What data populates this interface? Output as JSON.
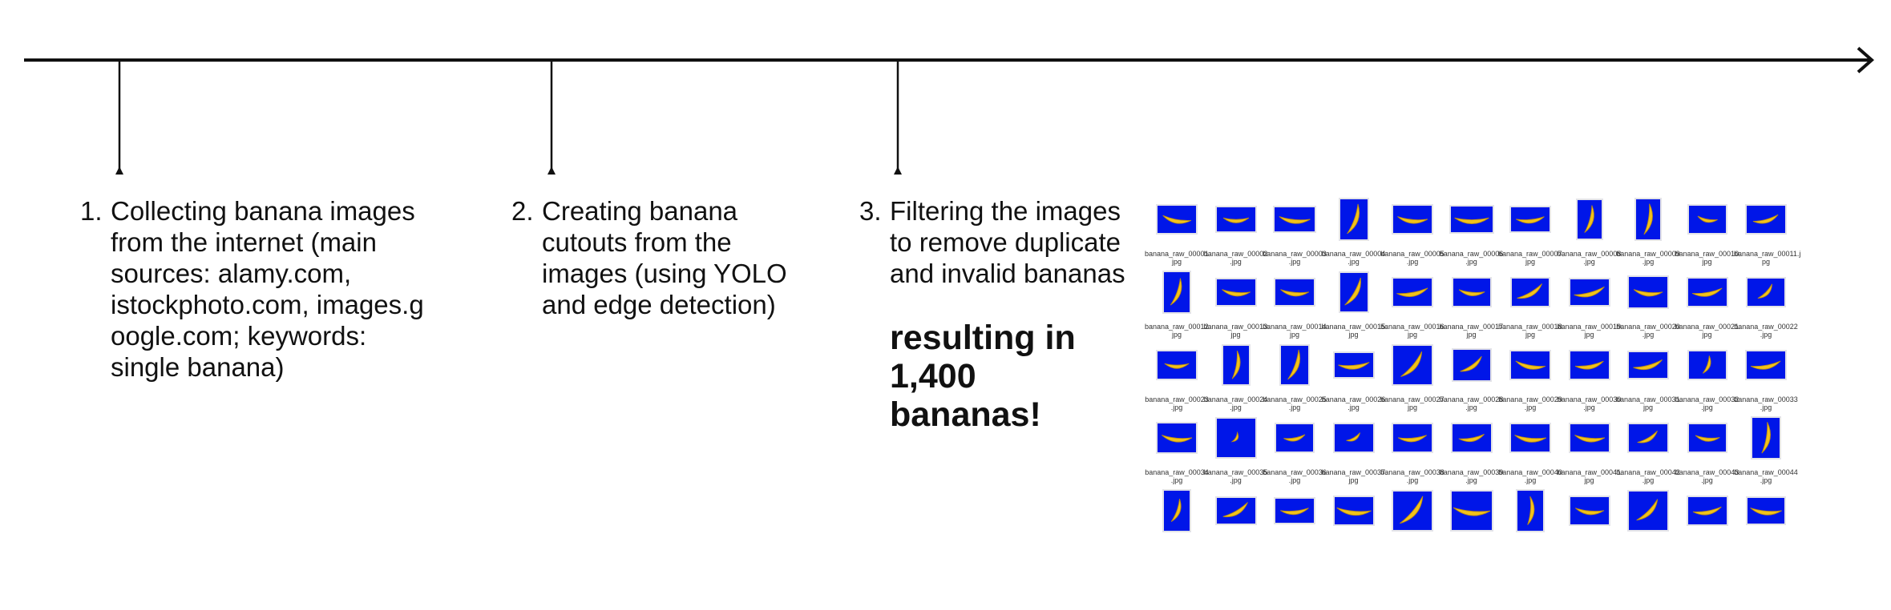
{
  "steps": [
    {
      "number": "1.",
      "text": "Collecting banana images\nfrom the internet (main\nsources: alamy.com,\nistockphoto.com, images.g\noogle.com; keywords:\nsingle banana)"
    },
    {
      "number": "2.",
      "text": "Creating banana\ncutouts from the\nimages (using YOLO\nand edge detection)"
    },
    {
      "number": "3.",
      "text": "Filtering the images\nto remove duplicate\nand invalid bananas"
    }
  ],
  "result": "resulting in\n1,400\nbananas!",
  "colors": {
    "line": "#111111",
    "thumb_bg": "#0016e8",
    "banana": "#f2c21b",
    "banana_shade": "#b98b14"
  },
  "thumbnails": [
    {
      "cap1": "banana_raw_00001.",
      "cap2": "jpg"
    },
    {
      "cap1": "banana_raw_00002",
      "cap2": ".jpg"
    },
    {
      "cap1": "banana_raw_00003",
      "cap2": ".jpg"
    },
    {
      "cap1": "banana_raw_00004",
      "cap2": ".jpg"
    },
    {
      "cap1": "banana_raw_00005",
      "cap2": ".jpg"
    },
    {
      "cap1": "banana_raw_00006",
      "cap2": ".jpg"
    },
    {
      "cap1": "banana_raw_00007.",
      "cap2": "jpg"
    },
    {
      "cap1": "banana_raw_00008",
      "cap2": ".jpg"
    },
    {
      "cap1": "banana_raw_00009",
      "cap2": ".jpg"
    },
    {
      "cap1": "banana_raw_00010.",
      "cap2": "jpg"
    },
    {
      "cap1": "banana_raw_00011.j",
      "cap2": "pg"
    },
    {
      "cap1": "banana_raw_00012.",
      "cap2": "jpg"
    },
    {
      "cap1": "banana_raw_00013.",
      "cap2": "jpg"
    },
    {
      "cap1": "banana_raw_00014.",
      "cap2": "jpg"
    },
    {
      "cap1": "banana_raw_00015.",
      "cap2": "jpg"
    },
    {
      "cap1": "banana_raw_00016.",
      "cap2": "jpg"
    },
    {
      "cap1": "banana_raw_00017.",
      "cap2": "jpg"
    },
    {
      "cap1": "banana_raw_00018.",
      "cap2": "jpg"
    },
    {
      "cap1": "banana_raw_00019.",
      "cap2": "jpg"
    },
    {
      "cap1": "banana_raw_00020",
      "cap2": ".jpg"
    },
    {
      "cap1": "banana_raw_00021.",
      "cap2": "jpg"
    },
    {
      "cap1": "banana_raw_00022",
      "cap2": ".jpg"
    },
    {
      "cap1": "banana_raw_00023",
      "cap2": ".jpg"
    },
    {
      "cap1": "banana_raw_00024",
      "cap2": ".jpg"
    },
    {
      "cap1": "banana_raw_00025",
      "cap2": ".jpg"
    },
    {
      "cap1": "banana_raw_00026",
      "cap2": ".jpg"
    },
    {
      "cap1": "banana_raw_00027.",
      "cap2": "jpg"
    },
    {
      "cap1": "banana_raw_00028",
      "cap2": ".jpg"
    },
    {
      "cap1": "banana_raw_00029",
      "cap2": ".jpg"
    },
    {
      "cap1": "banana_raw_00030",
      "cap2": ".jpg"
    },
    {
      "cap1": "banana_raw_00031.",
      "cap2": "jpg"
    },
    {
      "cap1": "banana_raw_00032",
      "cap2": ".jpg"
    },
    {
      "cap1": "banana_raw_00033",
      "cap2": ".jpg"
    },
    {
      "cap1": "banana_raw_00034",
      "cap2": ".jpg"
    },
    {
      "cap1": "banana_raw_00035",
      "cap2": ".jpg"
    },
    {
      "cap1": "banana_raw_00036",
      "cap2": ".jpg"
    },
    {
      "cap1": "banana_raw_00037.",
      "cap2": "jpg"
    },
    {
      "cap1": "banana_raw_00038",
      "cap2": ".jpg"
    },
    {
      "cap1": "banana_raw_00039",
      "cap2": ".jpg"
    },
    {
      "cap1": "banana_raw_00040",
      "cap2": ".jpg"
    },
    {
      "cap1": "banana_raw_00041.",
      "cap2": "jpg"
    },
    {
      "cap1": "banana_raw_00042",
      "cap2": ".jpg"
    },
    {
      "cap1": "banana_raw_00043",
      "cap2": ".jpg"
    },
    {
      "cap1": "banana_raw_00044",
      "cap2": ".jpg"
    },
    {
      "cap1": "",
      "cap2": ""
    },
    {
      "cap1": "",
      "cap2": ""
    },
    {
      "cap1": "",
      "cap2": ""
    },
    {
      "cap1": "",
      "cap2": ""
    },
    {
      "cap1": "",
      "cap2": ""
    },
    {
      "cap1": "",
      "cap2": ""
    },
    {
      "cap1": "",
      "cap2": ""
    },
    {
      "cap1": "",
      "cap2": ""
    },
    {
      "cap1": "",
      "cap2": ""
    },
    {
      "cap1": "",
      "cap2": ""
    },
    {
      "cap1": "",
      "cap2": ""
    }
  ]
}
